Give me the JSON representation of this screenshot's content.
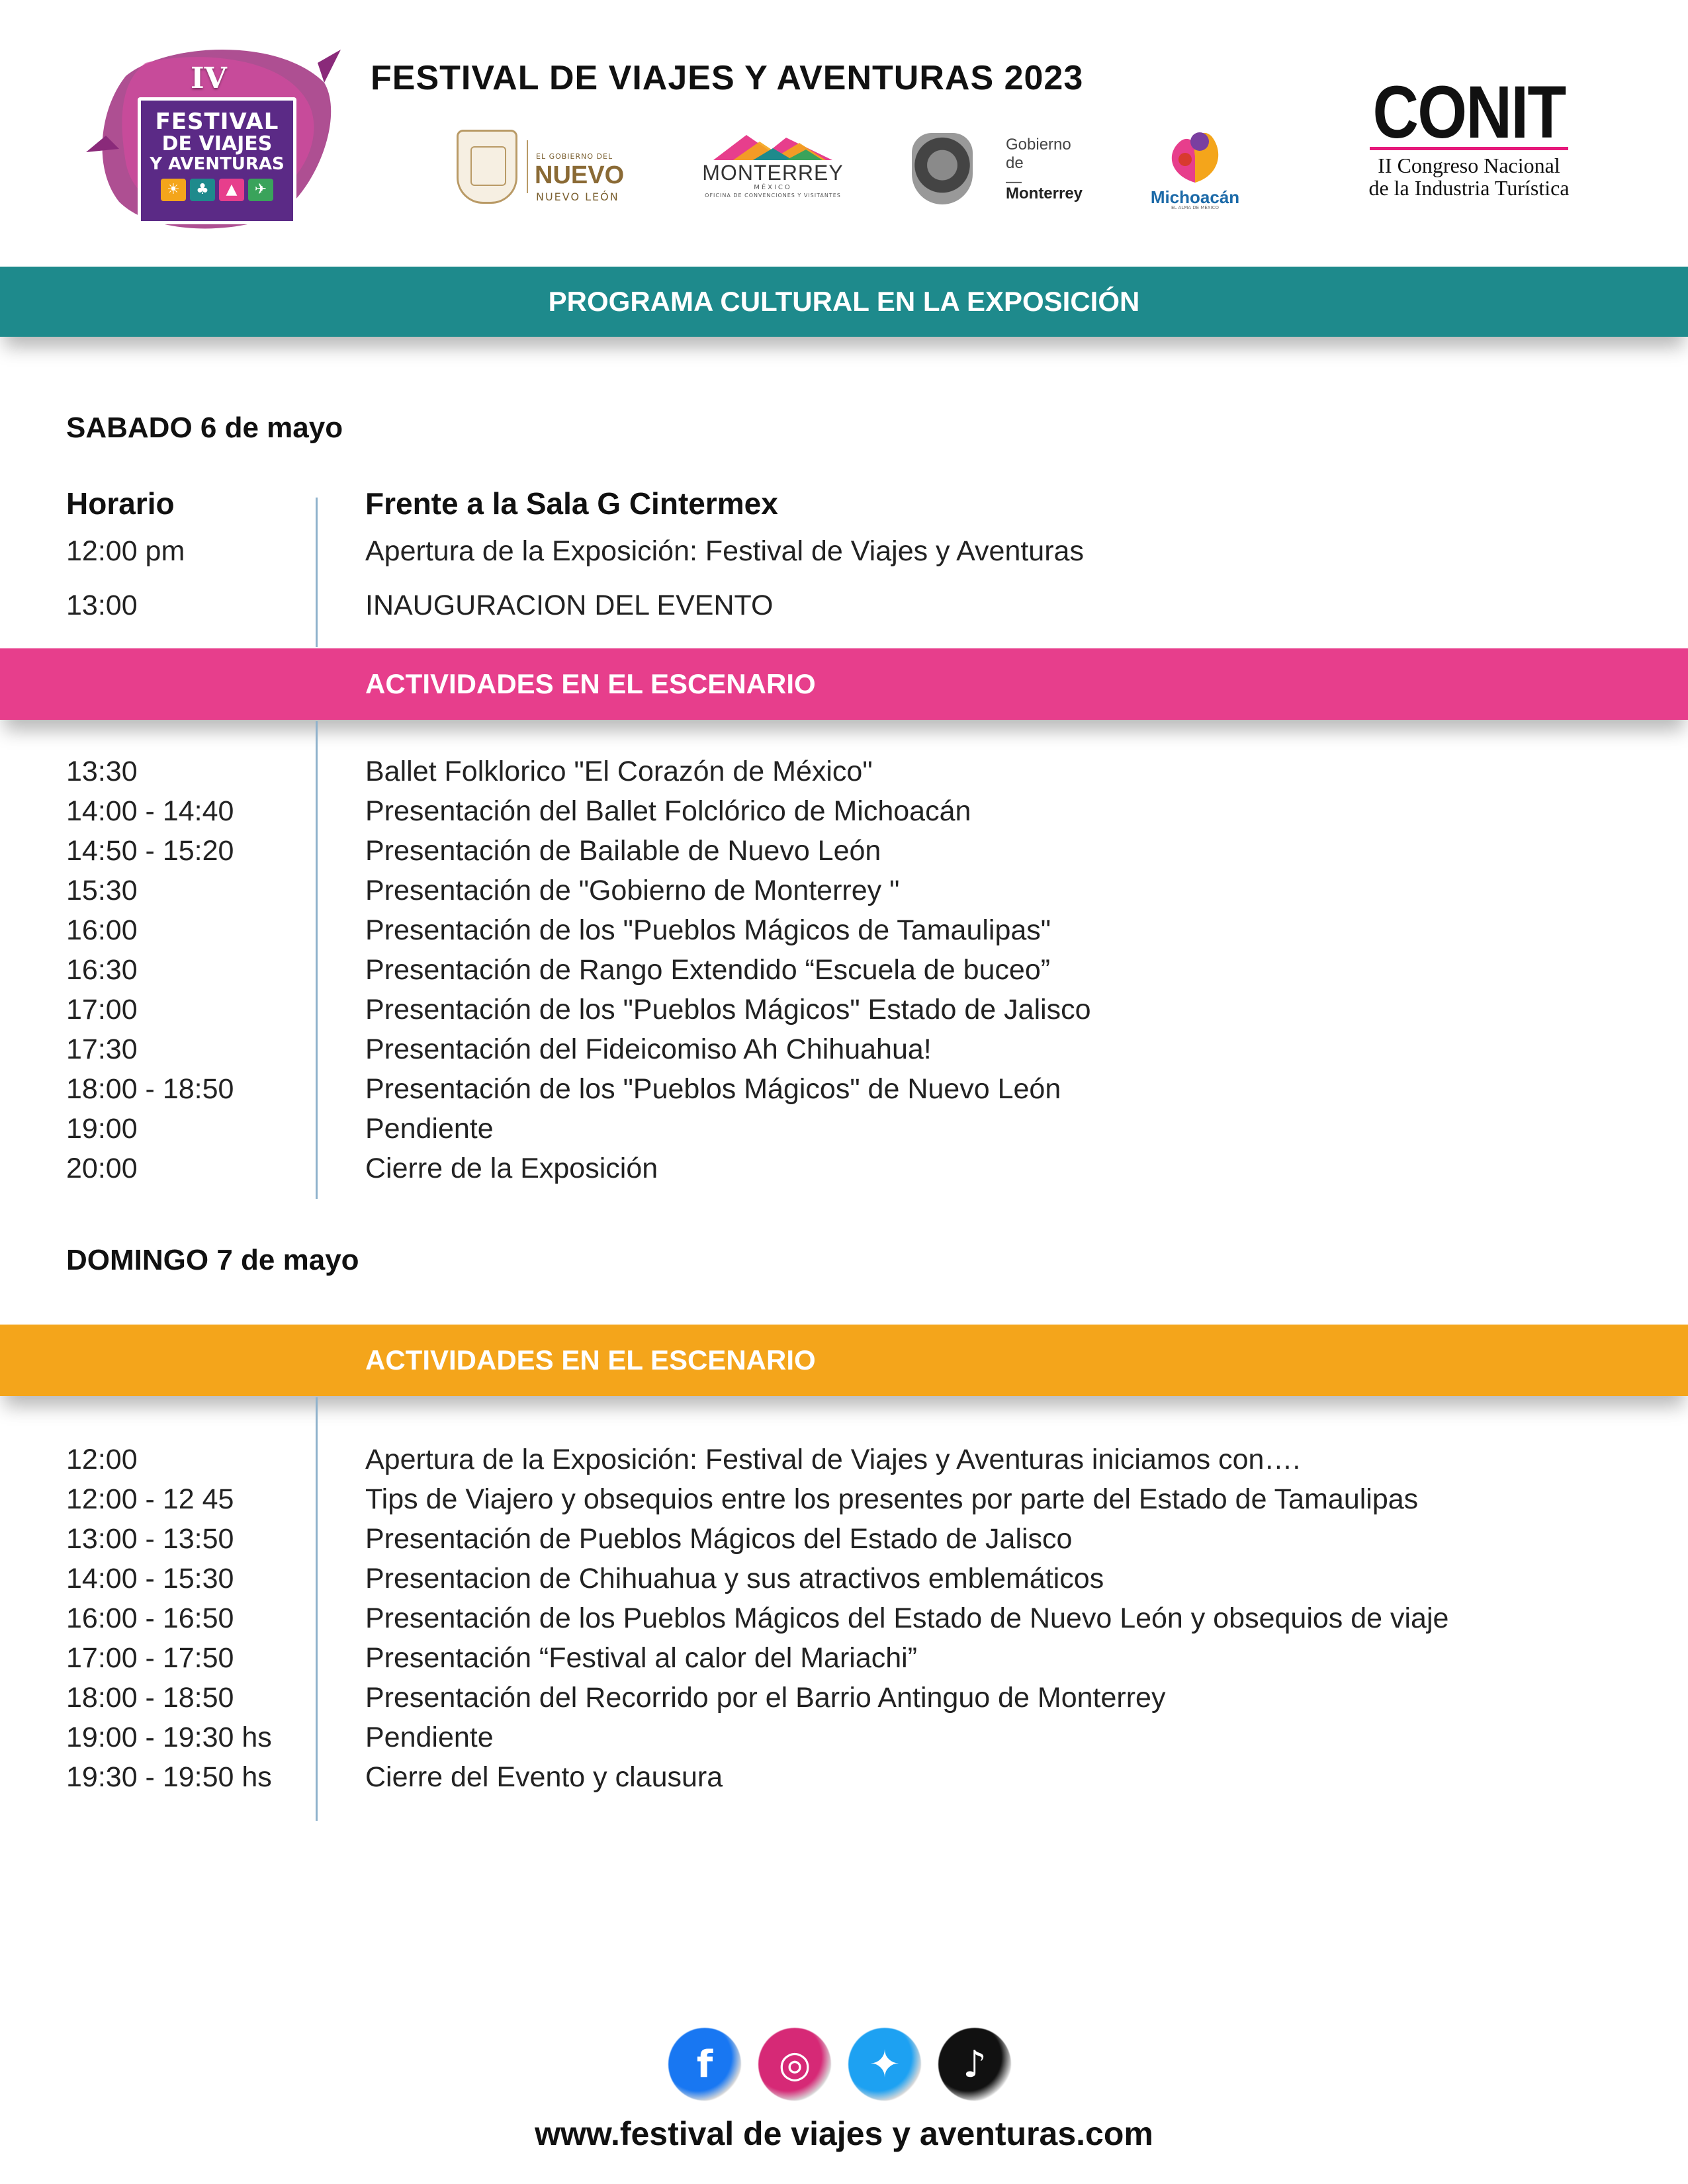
{
  "header": {
    "festival_logo": {
      "roman": "IV",
      "line1": "FESTIVAL",
      "line2": "DE VIAJES",
      "line3": "Y AVENTURAS"
    },
    "title": "FESTIVAL DE VIAJES Y AVENTURAS 2023",
    "sponsors": {
      "nuevo_leon": {
        "small": "EL GOBIERNO DEL",
        "big": "NUEVO",
        "bottom": "NUEVO LEÓN"
      },
      "monterrey": {
        "name": "MONTERREY",
        "sub1": "MÉXICO",
        "sub2": "OFICINA DE CONVENCIONES Y VISITANTES"
      },
      "gobierno": {
        "l1": "Gobierno",
        "l2": "de",
        "l3": "—",
        "l4": "Monterrey"
      },
      "michoacan": {
        "name": "Michoacán",
        "tag": "EL ALMA DE MÉXICO"
      }
    },
    "conit": {
      "word": "CONIT",
      "line1": "II Congreso Nacional",
      "line2": "de la Industria Turística"
    }
  },
  "banner_title": "PROGRAMA CULTURAL  EN LA EXPOSICIÓN",
  "saturday": {
    "heading": "SABADO 6  de mayo",
    "col_time": "Horario",
    "col_place": "Frente a la Sala G Cintermex",
    "opening_rows": [
      {
        "time": "12:00 pm",
        "activity": "Apertura de la Exposición: Festival de Viajes y Aventuras"
      },
      {
        "time": "13:00",
        "activity": "INAUGURACION DEL EVENTO"
      }
    ],
    "band_label": "ACTIVIDADES EN EL ESCENARIO",
    "rows": [
      {
        "time": "13:30",
        "activity": "Ballet Folklorico \"El Corazón de México\""
      },
      {
        "time": "14:00 - 14:40",
        "activity": "Presentación del Ballet Folclórico de Michoacán"
      },
      {
        "time": "14:50 - 15:20",
        "activity": "Presentación de Bailable de Nuevo León"
      },
      {
        "time": "15:30",
        "activity": "Presentación de \"Gobierno de Monterrey \""
      },
      {
        "time": "16:00",
        "activity": "Presentación de los \"Pueblos Mágicos de Tamaulipas\""
      },
      {
        "time": "16:30",
        "activity": "Presentación de Rango Extendido “Escuela de buceo”"
      },
      {
        "time": "17:00",
        "activity": "Presentación de los \"Pueblos Mágicos\" Estado de Jalisco"
      },
      {
        "time": "17:30",
        "activity": "Presentación del Fideicomiso Ah Chihuahua!"
      },
      {
        "time": "18:00 - 18:50",
        "activity": "Presentación de los \"Pueblos Mágicos\" de Nuevo León"
      },
      {
        "time": "19:00",
        "activity": "Pendiente"
      },
      {
        "time": "20:00",
        "activity": "Cierre de la Exposición"
      }
    ]
  },
  "sunday": {
    "heading": "DOMINGO 7  de mayo",
    "band_label": "ACTIVIDADES EN EL ESCENARIO",
    "rows": [
      {
        "time": "12:00",
        "activity": "Apertura de la Exposición: Festival de Viajes y Aventuras iniciamos con…."
      },
      {
        "time": "12:00 - 12 45",
        "activity": "Tips de Viajero y obsequios entre los presentes por parte del Estado de Tamaulipas"
      },
      {
        "time": "13:00 - 13:50",
        "activity": "Presentación de Pueblos Mágicos del Estado de Jalisco"
      },
      {
        "time": "14:00 - 15:30",
        "activity": "Presentacion de Chihuahua y sus atractivos emblemáticos"
      },
      {
        "time": "16:00 - 16:50",
        "activity": "Presentación de los Pueblos Mágicos del Estado de Nuevo León y obsequios  de viaje"
      },
      {
        "time": "17:00 - 17:50",
        "activity": "Presentación “Festival al calor del Mariachi”"
      },
      {
        "time": "18:00 - 18:50",
        "activity": "Presentación del Recorrido por el Barrio Antinguo de Monterrey"
      },
      {
        "time": "19:00 - 19:30 hs",
        "activity": "Pendiente"
      },
      {
        "time": "19:30 - 19:50 hs",
        "activity": "Cierre del Evento y clausura"
      }
    ]
  },
  "footer": {
    "social": [
      {
        "name": "facebook-icon",
        "glyph": "f",
        "color": "#1877f2"
      },
      {
        "name": "instagram-icon",
        "glyph": "◎",
        "color": "#d62976"
      },
      {
        "name": "twitter-icon",
        "glyph": "✦",
        "color": "#1da1f2"
      },
      {
        "name": "tiktok-icon",
        "glyph": "♪",
        "color": "#111111"
      }
    ],
    "website": "www.festival de viajes y aventuras.com"
  },
  "colors": {
    "teal": "#1e8a8c",
    "pink": "#e73e8c",
    "orange": "#f4a51b",
    "conit_accent": "#e6197b"
  }
}
